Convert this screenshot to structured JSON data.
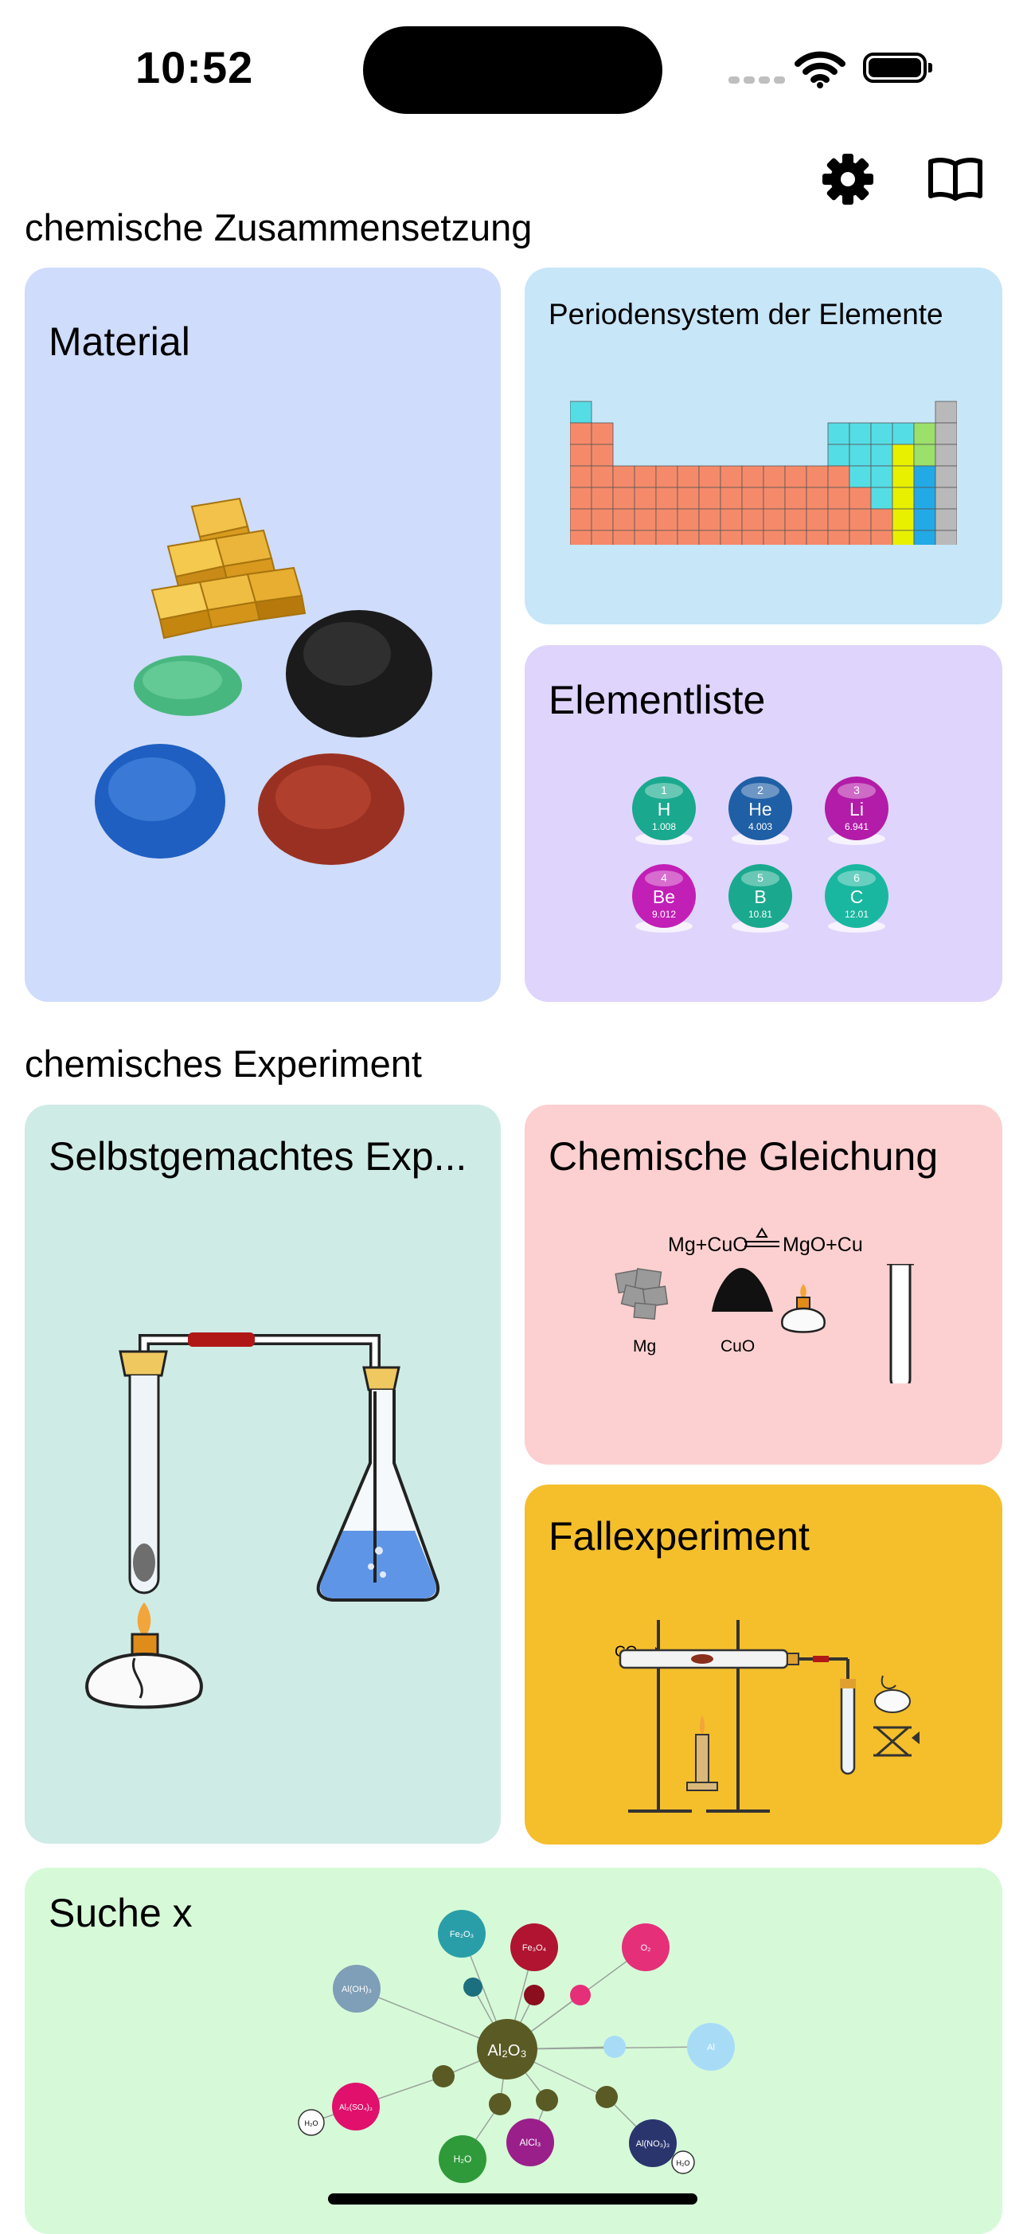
{
  "status": {
    "time": "10:52"
  },
  "toolbar": {
    "settings_icon": "gear-icon",
    "guide_icon": "book-icon"
  },
  "sections": {
    "composition": "chemische Zusammensetzung",
    "experiment": "chemisches Experiment"
  },
  "cards": {
    "material": {
      "title": "Material",
      "color": "#cfdcfb"
    },
    "periodic": {
      "title": "Periodensystem der Elemente",
      "color": "#c7e6f8"
    },
    "elements": {
      "title": "Elementliste",
      "color": "#dfd4fb",
      "spheres": [
        {
          "num": "1",
          "sym": "H",
          "mass": "1.008",
          "color": "#1aa98e"
        },
        {
          "num": "2",
          "sym": "He",
          "mass": "4.003",
          "color": "#1f5fa6"
        },
        {
          "num": "3",
          "sym": "Li",
          "mass": "6.941",
          "color": "#b21ca8"
        },
        {
          "num": "4",
          "sym": "Be",
          "mass": "9.012",
          "color": "#c21fb6"
        },
        {
          "num": "5",
          "sym": "B",
          "mass": "10.81",
          "color": "#1aa98e"
        },
        {
          "num": "6",
          "sym": "C",
          "mass": "12.01",
          "color": "#1ab7a0"
        }
      ]
    },
    "selfmade": {
      "title": "Selbstgemachtes Exp...",
      "color": "#cfebe6"
    },
    "equation": {
      "title": "Chemische Gleichung",
      "color": "#fcd0d0",
      "equation_text": "Mg+CuO",
      "product_text": "MgO+Cu",
      "label_mg": "Mg",
      "label_cuo": "CuO"
    },
    "case": {
      "title": "Fallexperiment",
      "color": "#f4bf2b",
      "co_label": "CO"
    },
    "search": {
      "title": "Suche x",
      "color": "#d6fad8",
      "nodes": {
        "center": "Al₂O₃",
        "fe2o3_a": "Fe₂O₃",
        "fe2o4": "Fe₃O₄",
        "o2": "O₂",
        "aloh3": "Al(OH)₃",
        "al": "Al",
        "al2so43": "Al₂(SO₄)₃",
        "h2o_small_a": "H₂O",
        "h2o": "H₂O",
        "alcl3": "AlCl₃",
        "alno33": "Al(NO₃)₃",
        "h2o_small_b": "H₂O"
      }
    }
  }
}
